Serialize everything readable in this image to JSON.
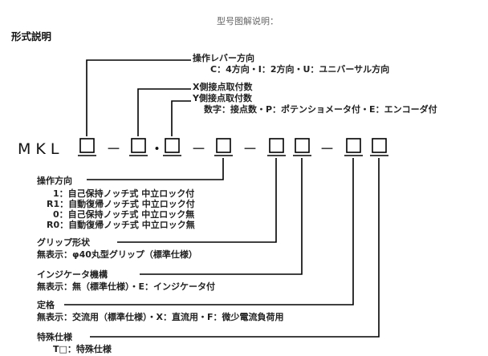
{
  "header": {
    "caption": "型号图解说明："
  },
  "title": "形式説明",
  "code": {
    "prefix": "MKL",
    "dash": "－",
    "dot": "・"
  },
  "top_labels": {
    "operation_lever": {
      "title": "操作レバー方向",
      "line1": "C：4方向・I：2方向・U：ユニバーサル方向"
    },
    "xy_contacts": {
      "x_line": "X側接点取付数",
      "y_line": "Y側接点取付数",
      "detail": "数字：接点数・P：ポテンショメータ付・E：エンコーダ付"
    }
  },
  "bottom_labels": {
    "operation_direction": {
      "title": "操作方向",
      "rows": [
        "1：自己保持ノッチ式 中立ロック付",
        "R1：自動復帰ノッチ式 中立ロック付",
        "0：自己保持ノッチ式 中立ロック無",
        "R0：自動復帰ノッチ式 中立ロック無"
      ]
    },
    "grip_shape": {
      "title": "グリップ形状",
      "detail": "無表示：φ40丸型グリップ（標準仕様）"
    },
    "indicator": {
      "title": "インジケータ機構",
      "detail": "無表示：無（標準仕様）・E：インジケータ付"
    },
    "rating": {
      "title": "定格",
      "detail": "無表示：交流用（標準仕様）・X：直流用・F：微少電流負荷用"
    },
    "special": {
      "title": "特殊仕様",
      "detail": "T□：特殊仕様"
    }
  }
}
